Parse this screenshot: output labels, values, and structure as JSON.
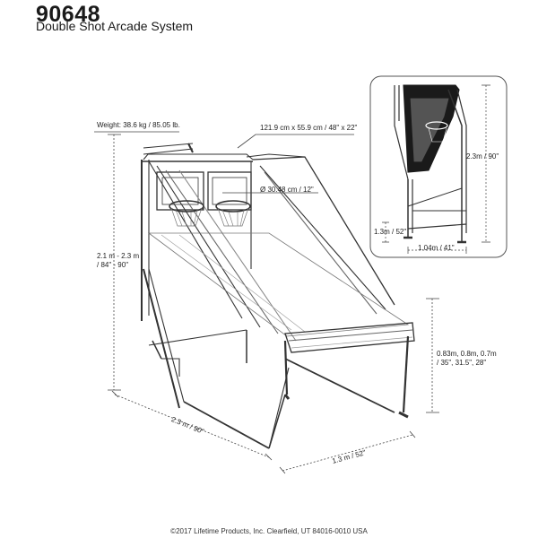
{
  "header": {
    "model": "90648",
    "product": "Double Shot Arcade System"
  },
  "dimensions": {
    "weight": "Weight: 38.6 kg / 85.05 lb.",
    "footprint": "121.9 cm x 55.9 cm / 48\" x 22\"",
    "rim_diameter": "Ø 30.48 cm / 12\"",
    "height_line1": "2.1 m - 2.3 m",
    "height_line2": "/ 84\" - 90\"",
    "rim_height_line1": "0.83m, 0.8m, 0.7m",
    "rim_height_line2": "/ 35\", 31.5\", 28\"",
    "length": "2.3 m / 90\"",
    "width": "1.3 m / 52\"",
    "folded_height": "2.3m / 90\"",
    "folded_depth": "1.3m / 52\"",
    "folded_width": "1.04m / 41\""
  },
  "footer": {
    "copyright": "©2017 Lifetime Products, Inc. Clearfield, UT 84016-0010 USA"
  }
}
